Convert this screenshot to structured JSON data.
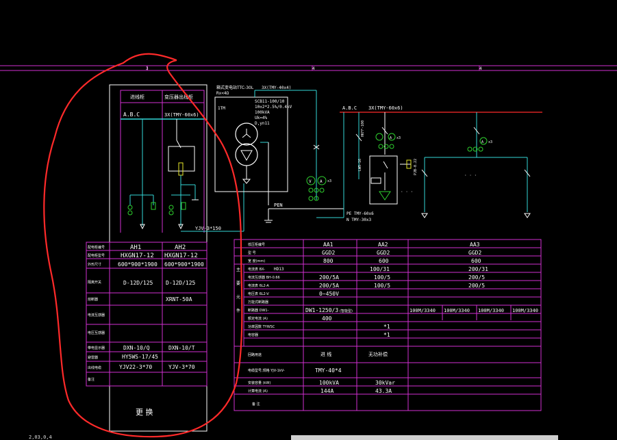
{
  "ruler": {
    "labels": [
      "3",
      "4",
      "4"
    ]
  },
  "left_panel": {
    "col_headers": [
      "进线柜",
      "变压器出线柜"
    ],
    "bus_label_left": "A.B.C",
    "bus_label_right": "3X(TMY-60x6)",
    "cable_label": "YJV-3*150",
    "rows": [
      {
        "label": "配电柜编号",
        "c1": "AH1",
        "c2": "AH2"
      },
      {
        "label": "配电柜型号",
        "c1": "HXGN17-12",
        "c2": "HXGN17-12"
      },
      {
        "label": "外形尺寸",
        "c1": "600*900*1900",
        "c2": "600*900*1900"
      },
      {
        "label": "隔离开关",
        "c1": "D-12D/125",
        "c2": "D-12D/125"
      },
      {
        "label": "熔断器",
        "c1": "",
        "c2": "XRNT-50A"
      },
      {
        "label": "电流互感器",
        "c1": "",
        "c2": ""
      },
      {
        "label": "电压互感器",
        "c1": "",
        "c2": ""
      },
      {
        "label": "带电显示器",
        "c1": "DXN-10/Q",
        "c2": "DXN-10/T"
      },
      {
        "label": "避雷器",
        "c1": "HY5WS-17/45",
        "c2": ""
      },
      {
        "label": "出线电缆",
        "c1": "YJV22-3*70",
        "c2": "YJV-3*70"
      },
      {
        "label": "备注",
        "c1": "",
        "c2": ""
      }
    ],
    "note": "更 换"
  },
  "transformer": {
    "box_title": "箱式变电站TTC-30L",
    "box_sub": "Rx<4Ω",
    "box_tag": "1TM",
    "specs": [
      "SCB11-100/10",
      "10±2*2.5%/0.4kV",
      "100kVA",
      "Uk=4%",
      "D,yn11"
    ],
    "hv_bus": "3X(TMY-40x4)"
  },
  "lv": {
    "bus_left": "A.B.C",
    "bus_right": "3X(TMY-60x6)",
    "pen_label": "PEN",
    "pe_label": "PE TMY-60x6",
    "n_label": "N TMY-30x3",
    "arrester_label": "PJB-0.22",
    "ct_label": "HKFF-100",
    "switch_label": "LW5-16",
    "ct_mult": "x3"
  },
  "right_table": {
    "col_heads": [
      "AA1",
      "AA2",
      "AA3"
    ],
    "group_label": "主要元件",
    "rows": [
      {
        "label": "低压柜编号",
        "aa1": "AA1",
        "aa2": "AA2",
        "aa3": "AA3"
      },
      {
        "label": "型 号",
        "aa1": "GGD2",
        "aa2": "GGD2",
        "aa3": "GGD2"
      },
      {
        "label": "宽 度(mm)",
        "aa1": "800",
        "aa2": "600",
        "aa3": "600"
      },
      {
        "label": "电流表 BX-",
        "sub": "HD13",
        "aa1": "",
        "aa2": "100/31",
        "aa3": "200/31"
      },
      {
        "label": "电流互感器 BH-0.66",
        "aa1": "200/5A",
        "aa2": "100/5",
        "aa3": "200/5"
      },
      {
        "label": "电流表 6L2-A",
        "aa1": "200/5A",
        "aa2": "100/5",
        "aa3": "200/5"
      },
      {
        "label": "电压表 6L2-V",
        "aa1": "0~450V",
        "aa2": "",
        "aa3": ""
      },
      {
        "label": "万能式断路器",
        "aa1": "",
        "aa2": "",
        "aa3": ""
      },
      {
        "label": "断路器 DW1-",
        "aa1": "DW1-1250/3",
        "aa1_sub": "(智能型)",
        "aa2": "",
        "aa3_cells": [
          "100M/3340",
          "100M/3340",
          "100M/3340",
          "100M/3340"
        ]
      },
      {
        "label": "额定电流 (A)",
        "aa1": "400",
        "aa2": "",
        "aa3": ""
      },
      {
        "label": "功率因数 TYWSC",
        "aa1": "",
        "aa2": "*1",
        "aa3": ""
      },
      {
        "label": "电容器",
        "aa1": "",
        "aa2": "*1",
        "aa3": ""
      },
      {
        "label": "回路用途",
        "aa1": "进 线",
        "aa2": "无功补偿",
        "aa3": ""
      },
      {
        "label": "电缆型号,规格 YJV-1kV-",
        "aa1": "TMY-40*4",
        "aa2": "",
        "aa3": ""
      },
      {
        "label": "安装容量 (kW)",
        "aa1": "100kVA",
        "aa2": "30kVar",
        "aa3": ""
      },
      {
        "label": "计算电流 (A)",
        "aa1": "144A",
        "aa2": "43.3A",
        "aa3": ""
      },
      {
        "label": "备 注",
        "aa1": "",
        "aa2": "",
        "aa3": ""
      }
    ]
  },
  "footer": {
    "mark": "2,03,0,4"
  },
  "colors": {
    "bg": "#000000",
    "cyan": "#33d9d9",
    "magenta": "#d22fd2",
    "red": "#ff2a2a",
    "white": "#ffffff",
    "green": "#2fd22f",
    "yellow": "#e8e82a"
  }
}
